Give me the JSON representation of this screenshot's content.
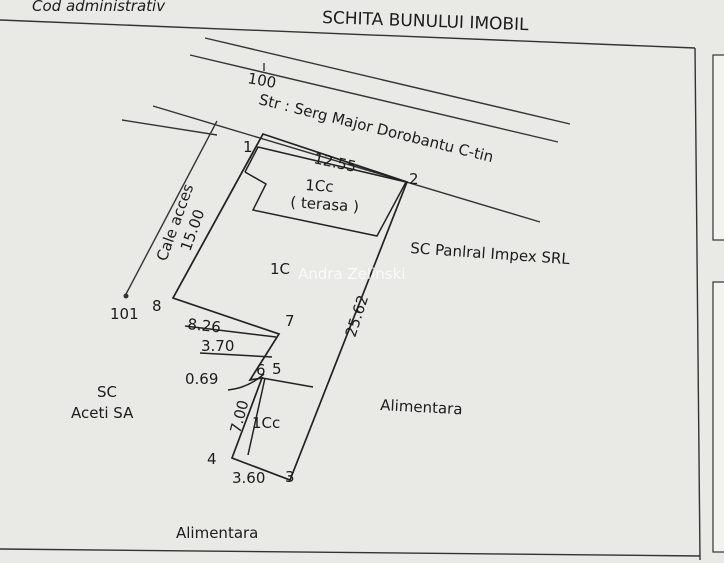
{
  "header": {
    "cod_administrativ": "Cod administrativ",
    "title": "SCHITA BUNULUI IMOBIL"
  },
  "street": {
    "number": "100",
    "name": "Str : Serg Major Dorobantu C-tin"
  },
  "access": {
    "label": "Cale acces",
    "length": "15.00",
    "parcel_number": "101"
  },
  "points": [
    "1",
    "2",
    "3",
    "4",
    "5",
    "6",
    "7",
    "8"
  ],
  "dimensions": {
    "d_1_2": "12.55",
    "d_2_3": "25.62",
    "d_8_7": "8.26",
    "d_7_6": "3.70",
    "d_6_5": "0.69",
    "d_5_4": "7.00",
    "d_4_3": "3.60"
  },
  "buildings": {
    "terrace": {
      "code": "1Cc",
      "note": "( terasa )"
    },
    "main": {
      "code": "1C"
    },
    "annex": {
      "code": "1Cc"
    }
  },
  "neighbors": {
    "right_top": "SC Panlral Impex SRL",
    "right_bottom": "Alimentara",
    "left": [
      "SC",
      "Aceti SA"
    ],
    "bottom": "Alimentara"
  },
  "watermark": "Andra Zelinski",
  "colors": {
    "paper": "#e9e9e6",
    "ink": "#1c1c1c"
  }
}
